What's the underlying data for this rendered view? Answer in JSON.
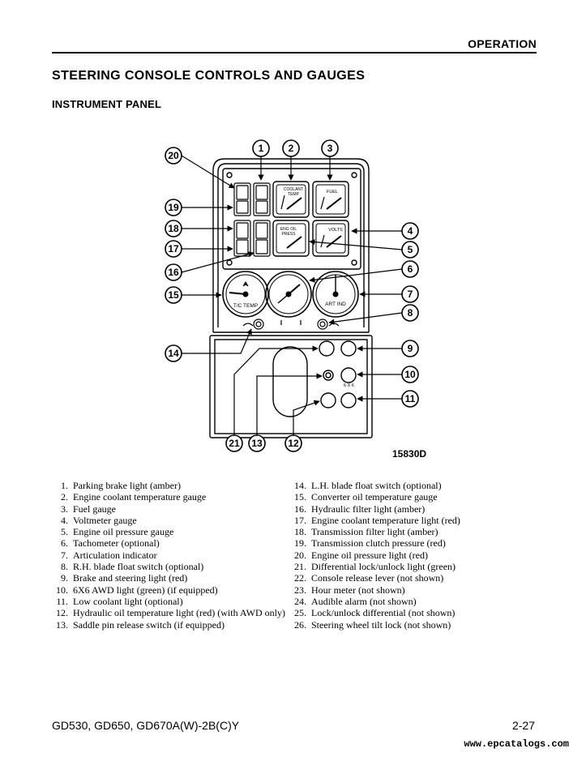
{
  "header": {
    "section": "OPERATION"
  },
  "page_title": "STEERING CONSOLE CONTROLS AND GAUGES",
  "subtitle": "INSTRUMENT PANEL",
  "figure": {
    "id": "15830D",
    "gauge_labels": {
      "coolant_temp": [
        "COOLANT",
        "TEMP"
      ],
      "fuel": "FUEL",
      "oil_press": [
        "ENG OIL",
        "PRESS"
      ],
      "volts": "VOLTS",
      "tc_temp": "T/C TEMP",
      "art_ind": "ART IND",
      "awd": "6 X 6"
    },
    "callouts": [
      "1",
      "2",
      "3",
      "4",
      "5",
      "6",
      "7",
      "8",
      "9",
      "10",
      "11",
      "12",
      "13",
      "14",
      "15",
      "16",
      "17",
      "18",
      "19",
      "20",
      "21"
    ]
  },
  "legend_left": [
    {
      "num": "1.",
      "text": "Parking brake light (amber)"
    },
    {
      "num": "2.",
      "text": "Engine coolant temperature gauge"
    },
    {
      "num": "3.",
      "text": "Fuel gauge"
    },
    {
      "num": "4.",
      "text": "Voltmeter gauge"
    },
    {
      "num": "5.",
      "text": "Engine oil pressure gauge"
    },
    {
      "num": "6.",
      "text": "Tachometer (optional)"
    },
    {
      "num": "7.",
      "text": "Articulation indicator"
    },
    {
      "num": "8.",
      "text": "R.H. blade float switch (optional)"
    },
    {
      "num": "9.",
      "text": "Brake and steering light (red)"
    },
    {
      "num": "10.",
      "text": "6X6 AWD light (green) (if equipped)"
    },
    {
      "num": "11.",
      "text": "Low coolant light (optional)"
    },
    {
      "num": "12.",
      "text": "Hydraulic oil temperature light (red) (with AWD only)"
    },
    {
      "num": "13.",
      "text": "Saddle pin release switch (if equipped)"
    }
  ],
  "legend_right": [
    {
      "num": "14.",
      "text": "L.H. blade float switch (optional)"
    },
    {
      "num": "15.",
      "text": "Converter oil temperature gauge"
    },
    {
      "num": "16.",
      "text": "Hydraulic filter light (amber)"
    },
    {
      "num": "17.",
      "text": "Engine coolant temperature light (red)"
    },
    {
      "num": "18.",
      "text": "Transmission filter light (amber)"
    },
    {
      "num": "19.",
      "text": "Transmission clutch pressure (red)"
    },
    {
      "num": "20.",
      "text": "Engine oil pressure light (red)"
    },
    {
      "num": "21.",
      "text": "Differential lock/unlock light (green)"
    },
    {
      "num": "22.",
      "text": "Console release lever (not shown)"
    },
    {
      "num": "23.",
      "text": "Hour meter (not shown)"
    },
    {
      "num": "24.",
      "text": "Audible alarm (not shown)"
    },
    {
      "num": "25.",
      "text": "Lock/unlock differential (not shown)"
    },
    {
      "num": "26.",
      "text": "Steering wheel tilt lock (not shown)"
    }
  ],
  "footer": {
    "model": "GD530, GD650, GD670A(W)-2B(C)Y",
    "page": "2-27",
    "url": "www.epcatalogs.com"
  }
}
